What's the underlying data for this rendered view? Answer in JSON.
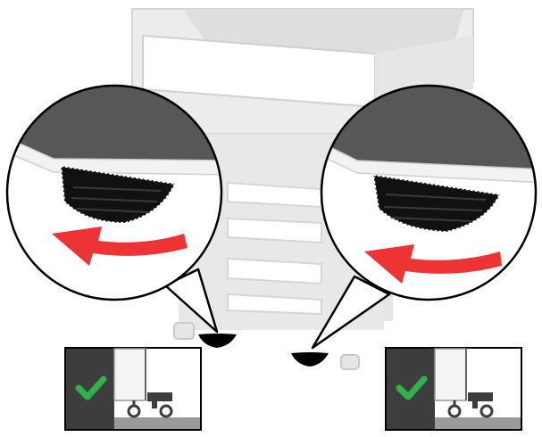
{
  "illustration": {
    "subject": "printer",
    "callouts": [
      {
        "side": "left",
        "content": "leveling-foot",
        "instruction_icon": "rotate-arrow-icon"
      },
      {
        "side": "right",
        "content": "leveling-foot",
        "instruction_icon": "rotate-arrow-icon"
      }
    ],
    "status_panels": [
      {
        "side": "left",
        "status_icon": "checkmark-icon",
        "content": "foot-raised-casters-on-floor"
      },
      {
        "side": "right",
        "status_icon": "checkmark-icon",
        "content": "foot-raised-casters-on-floor"
      }
    ]
  },
  "colors": {
    "arrow": "#ee3334",
    "check": "#2eb34a",
    "dark_panel": "#3d3d3d",
    "printer_body": "#e4e4e4",
    "printer_edge": "#cfcfcf",
    "tray_top": "#555555",
    "floor": "#9a9a9a",
    "foot": "#000000",
    "outline": "#000000"
  }
}
